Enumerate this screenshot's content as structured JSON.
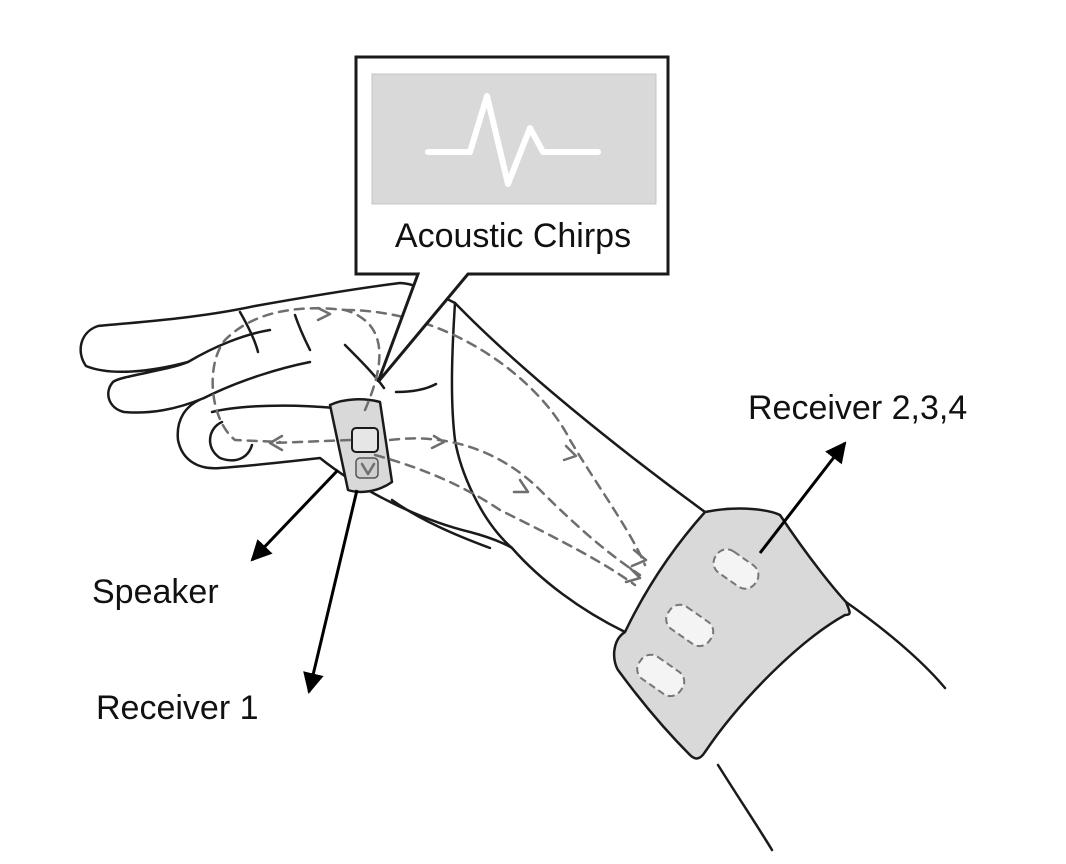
{
  "labels": {
    "callout": "Acoustic Chirps",
    "speaker": "Speaker",
    "receiver1": "Receiver 1",
    "receiver234": "Receiver 2,3,4"
  },
  "colors": {
    "band_fill": "#d9d9d9",
    "callout_screen": "#d9d9d9",
    "waveform": "#ffffff",
    "signal_path": "#6e6e6e",
    "outline": "#1a1a1a"
  },
  "icons": [
    "waveform-icon"
  ]
}
